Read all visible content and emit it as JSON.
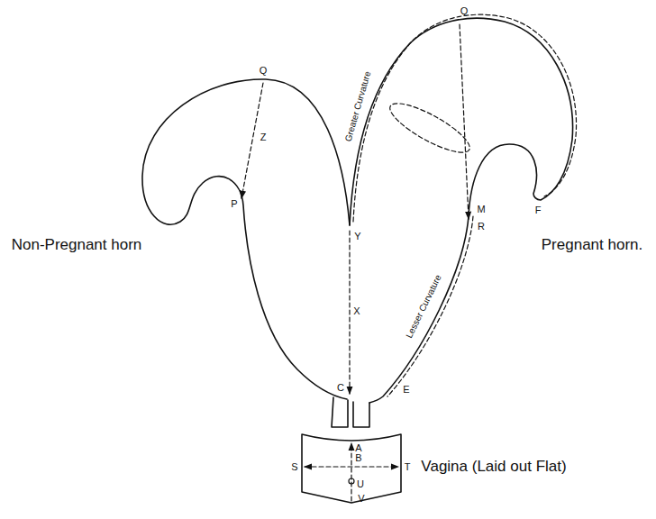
{
  "diagram": {
    "labels": [
      "Q",
      "Z",
      "P",
      "Y",
      "X",
      "C",
      "Non-Pregnant horn",
      "Greater Curvature",
      "Q",
      "M",
      "R",
      "Lesser Curvature",
      "E",
      "F",
      "Pregnant horn.",
      "A",
      "S",
      "B",
      "T",
      "U",
      "V",
      "Vagina (Laid out Flat)"
    ]
  }
}
